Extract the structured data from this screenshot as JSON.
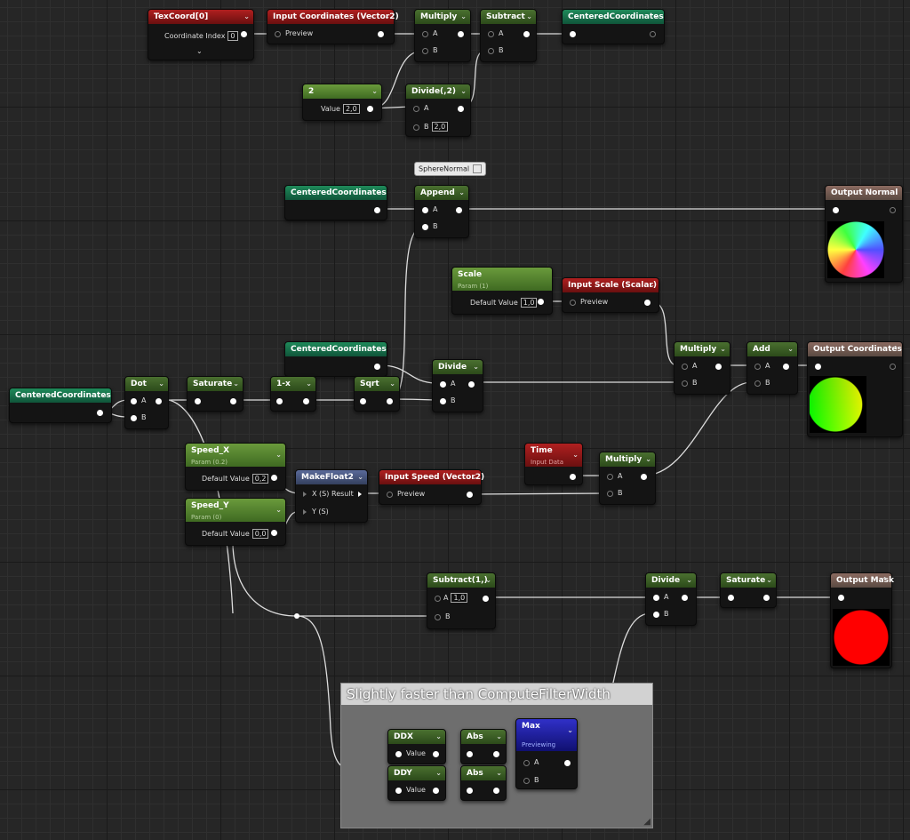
{
  "comment": {
    "title": "Slightly faster than ComputeFilterWidth"
  },
  "bubble": {
    "text": "SphereNormal"
  },
  "nodes": {
    "texcoord": {
      "title": "TexCoord[0]",
      "coord_label": "Coordinate Index",
      "coord_value": "0"
    },
    "input_coords": {
      "title": "Input Coordinates (Vector2)",
      "preview": "Preview"
    },
    "multiply1": {
      "title": "Multiply",
      "a": "A",
      "b": "B"
    },
    "subtract1": {
      "title": "Subtract",
      "a": "A",
      "b": "B"
    },
    "centered_top": {
      "title": "CenteredCoordinates"
    },
    "const2": {
      "title": "2",
      "value_label": "Value",
      "value": "2,0"
    },
    "divide2": {
      "title": "Divide(,2)",
      "a": "A",
      "b": "B",
      "b_value": "2,0"
    },
    "centered_append": {
      "title": "CenteredCoordinates"
    },
    "append": {
      "title": "Append",
      "a": "A",
      "b": "B"
    },
    "output_normal": {
      "title": "Output Normal"
    },
    "scale": {
      "title": "Scale",
      "sub": "Param (1)",
      "label": "Default Value",
      "value": "1,0"
    },
    "input_scale": {
      "title": "Input Scale (Scalar)",
      "preview": "Preview"
    },
    "centered_mid": {
      "title": "CenteredCoordinates"
    },
    "divide_mid": {
      "title": "Divide",
      "a": "A",
      "b": "B"
    },
    "multiply2": {
      "title": "Multiply",
      "a": "A",
      "b": "B"
    },
    "add": {
      "title": "Add",
      "a": "A",
      "b": "B"
    },
    "output_coords": {
      "title": "Output Coordinates"
    },
    "centered_left": {
      "title": "CenteredCoordinates"
    },
    "dot": {
      "title": "Dot",
      "a": "A",
      "b": "B"
    },
    "saturate1": {
      "title": "Saturate"
    },
    "one_minus": {
      "title": "1-x"
    },
    "sqrt": {
      "title": "Sqrt"
    },
    "speed_x": {
      "title": "Speed_X",
      "sub": "Param (0.2)",
      "label": "Default Value",
      "value": "0,2"
    },
    "makefloat2": {
      "title": "MakeFloat2",
      "x": "X (S)",
      "y": "Y (S)",
      "result": "Result"
    },
    "input_speed": {
      "title": "Input Speed (Vector2)",
      "preview": "Preview"
    },
    "time": {
      "title": "Time",
      "sub": "Input Data"
    },
    "multiply3": {
      "title": "Multiply",
      "a": "A",
      "b": "B"
    },
    "speed_y": {
      "title": "Speed_Y",
      "sub": "Param (0)",
      "label": "Default Value",
      "value": "0,0"
    },
    "subtract_1": {
      "title": "Subtract(1,)",
      "a": "A",
      "a_value": "1,0",
      "b": "B"
    },
    "divide_mask": {
      "title": "Divide",
      "a": "A",
      "b": "B"
    },
    "saturate2": {
      "title": "Saturate"
    },
    "output_mask": {
      "title": "Output Mask"
    },
    "ddx": {
      "title": "DDX",
      "value_label": "Value"
    },
    "ddy": {
      "title": "DDY",
      "value_label": "Value"
    },
    "abs1": {
      "title": "Abs"
    },
    "abs2": {
      "title": "Abs"
    },
    "max": {
      "title": "Max",
      "sub": "Previewing",
      "a": "A",
      "b": "B"
    }
  },
  "colors": {
    "param": "#5e8c34",
    "input": "#a81e1e",
    "output_named": "#1f8a5a",
    "makefloat": "#5a6a9a",
    "output": "#8a6a60",
    "wire": "#e6e6e6"
  }
}
